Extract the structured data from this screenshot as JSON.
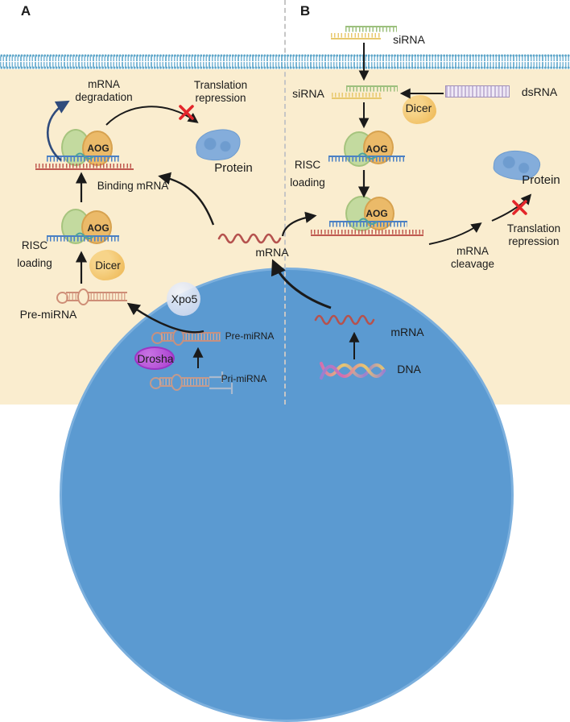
{
  "colors": {
    "cytoplasm": "#FAEDCF",
    "membrane_blue": "#5FA6C9",
    "nucleus_blue": "#5B9AD1",
    "ago_green": "#C3DA9F",
    "ago_orange": "#EBBA69",
    "protein_blue": "#84ADDB",
    "dicer_orange": "#F0BF62",
    "drosha_purple": "#B44ED6",
    "mrna_red": "#B5524E",
    "sirna_yellow": "#E8C96E",
    "sirna_green": "#9DC07E",
    "dsrna_purple": "#C3B4D6",
    "cross_red": "#E3262A",
    "degradation_arrow_blue": "#2F4B7C"
  },
  "panel_a": {
    "label": "A",
    "mrna_degradation": "mRNA\ndegradation",
    "translation_repression": "Translation\nrepression",
    "ago": "AOG",
    "protein": "Protein",
    "binding_mrna": "Binding mRNA",
    "risc_loading": "RISC\nloading",
    "dicer": "Dicer",
    "pre_mirna_cytoplasm": "Pre-miRNA",
    "xpo5": "Xpo5",
    "pre_mirna_nucleus": "Pre-miRNA",
    "drosha": "Drosha",
    "pri_mirna": "Pri-miRNA"
  },
  "center": {
    "mrna": "mRNA"
  },
  "panel_b": {
    "label": "B",
    "sirna_outside": "siRNA",
    "sirna_inside": "siRNA",
    "dsrna": "dsRNA",
    "dicer": "Dicer",
    "ago": "AOG",
    "risc_loading": "RISC\nloading",
    "protein": "Protein",
    "translation_repression": "Translation\nrepression",
    "mrna_cleavage": "mRNA\ncleavage",
    "mrna_nucleus": "mRNA",
    "dna": "DNA"
  }
}
